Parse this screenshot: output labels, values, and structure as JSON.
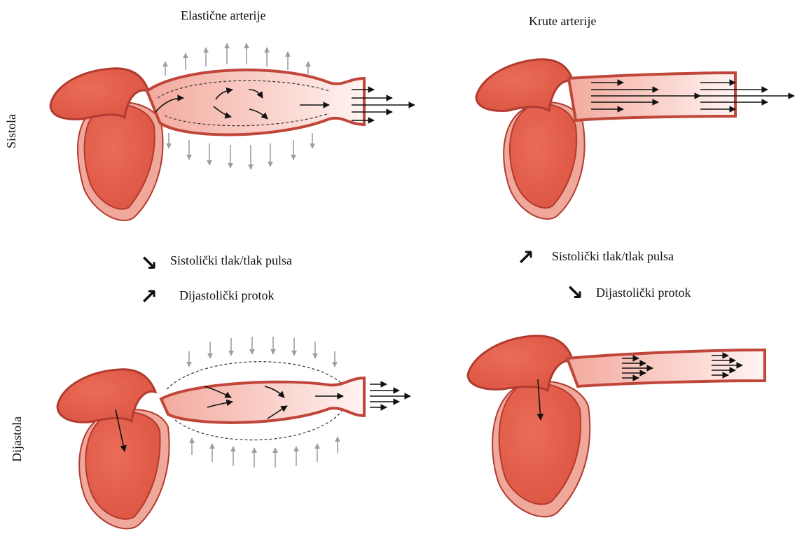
{
  "columns": {
    "elastic": {
      "title": "Elastične arterije"
    },
    "stiff": {
      "title": "Krute arterije"
    }
  },
  "rows": {
    "systole": "Sistola",
    "diastole": "Dijastola"
  },
  "indicators": {
    "elastic": [
      {
        "label": "Sistolički tlak/tlak pulsa",
        "trend": "decrease"
      },
      {
        "label": "Dijastolički protok",
        "trend": "increase"
      }
    ],
    "stiff": [
      {
        "label": "Sistolički tlak/tlak pulsa",
        "trend": "increase"
      },
      {
        "label": "Dijastolički protok",
        "trend": "decrease"
      }
    ]
  },
  "colors": {
    "heart": "#e5604d",
    "heart_outline": "#b23a30",
    "heart_wall": "#f0a89a",
    "vessel_wall": "#e06e60",
    "vessel_lumen": "#f6c4bb",
    "wall_arrow": "#9e9e9e",
    "flow_arrow": "#111111"
  },
  "icons": {
    "decrease": "arrow-down-right-icon",
    "increase": "arrow-up-right-icon"
  }
}
